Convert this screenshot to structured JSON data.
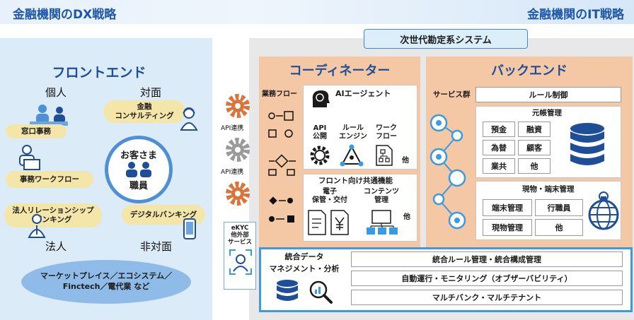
{
  "header": {
    "left_title": "金融機関のDX戦略",
    "right_title": "金融機関のIT戦略"
  },
  "front": {
    "title": "フロントエンド",
    "label_individual": "個人",
    "label_face_to_face": "対面",
    "label_corporate": "法人",
    "label_non_face": "非対面",
    "pill_teller": "窓口事務",
    "pill_consulting_1": "金融",
    "pill_consulting_2": "コンサルティング",
    "pill_workflow": "事務ワークフロー",
    "pill_relationship_1": "法人リレーションシップ",
    "pill_relationship_2": "バンキング",
    "pill_digital": "デジタルバンキング",
    "customer_label": "お客さま",
    "staff_label": "職員",
    "market_line1": "マーケットプレイス／エコシステム／",
    "market_line2": "Finctech／電代業 など"
  },
  "connectors": {
    "api_1": "API連携",
    "api_2": "API連携",
    "ekyc_1": "eKYC",
    "ekyc_2": "他外部",
    "ekyc_3": "サービス"
  },
  "it": {
    "next_gen_title": "次世代勘定系システム",
    "coordinator": {
      "title": "コーディネーター",
      "workflow_label": "業務フロー",
      "ai_agent": "AIエージェント",
      "api_publish_1": "API",
      "api_publish_2": "公開",
      "rule_engine_1": "ルール",
      "rule_engine_2": "エンジン",
      "workflow_1": "ワーク",
      "workflow_2": "フロー",
      "other_1": "他",
      "front_common": "フロント向け共通機能",
      "e_storage_1": "電子",
      "e_storage_2": "保管・交付",
      "contents_1": "コンテンツ",
      "contents_2": "管理",
      "other_2": "他"
    },
    "backend": {
      "title": "バックエンド",
      "service_group": "サービス群",
      "rule_control": "ルール制御",
      "ledger_title": "元帳管理",
      "ledger_cells": [
        "預金",
        "融資",
        "為替",
        "顧客",
        "業共",
        "他"
      ],
      "cash_title": "現物・端末管理",
      "cash_cells": [
        "端末管理",
        "行職員",
        "現物管理",
        "他"
      ]
    },
    "data": {
      "title_1": "統合データ",
      "title_2": "マネジメント・分析",
      "bars": [
        "統合ルール管理・統合構成管理",
        "自動運行・モニタリング（オブザーバビリティ）",
        "マルチバンク・マルチテナント"
      ]
    }
  },
  "colors": {
    "accent_blue": "#1f4e99",
    "front_bg": "#dcebf8",
    "coordinator_bg": "#f4c7a5",
    "pill_yellow": "#f3e6a8",
    "gear_orange": "#d9743a",
    "gear_gray": "#9a9a9a",
    "frame_blue": "#3a9be0"
  }
}
